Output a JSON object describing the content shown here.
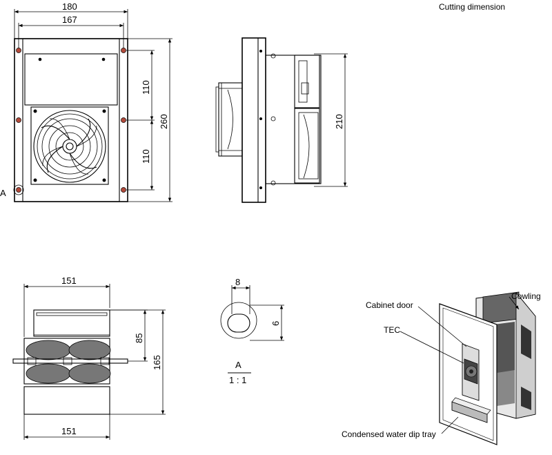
{
  "header": {
    "cutting_dimension": "Cutting dimension"
  },
  "front_view": {
    "width_outer": "180",
    "width_inner": "167",
    "height_upper": "110",
    "height_lower": "110",
    "height_total": "260",
    "detail_marker": "A"
  },
  "side_view": {
    "height": "210"
  },
  "bottom_view": {
    "width_top": "151",
    "width_bottom": "151",
    "height_upper": "85",
    "height_total": "165"
  },
  "detail_a": {
    "slot_width": "8",
    "slot_height": "6",
    "title": "A",
    "scale": "1 : 1"
  },
  "assembly": {
    "cabinet_door": "Cabinet door",
    "cowling": "Cowling",
    "tec": "TEC",
    "dip_tray": "Condensed water dip tray"
  }
}
